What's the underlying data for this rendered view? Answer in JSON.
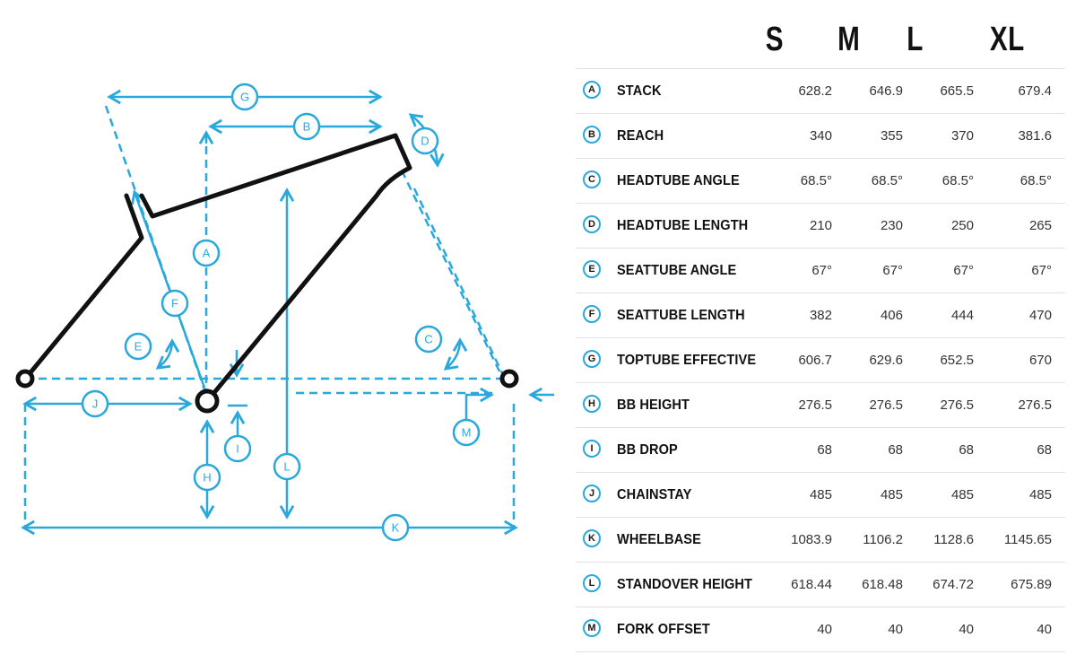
{
  "colors": {
    "accent": "#29a8dc",
    "frame": "#111111",
    "divider": "#e2e2e2"
  },
  "sizes": [
    "S",
    "M",
    "L",
    "XL"
  ],
  "rows": [
    {
      "letter": "A",
      "label": "STACK",
      "values": [
        "628.2",
        "646.9",
        "665.5",
        "679.4"
      ]
    },
    {
      "letter": "B",
      "label": "REACH",
      "values": [
        "340",
        "355",
        "370",
        "381.6"
      ]
    },
    {
      "letter": "C",
      "label": "HEADTUBE ANGLE",
      "values": [
        "68.5°",
        "68.5°",
        "68.5°",
        "68.5°"
      ]
    },
    {
      "letter": "D",
      "label": "HEADTUBE LENGTH",
      "values": [
        "210",
        "230",
        "250",
        "265"
      ]
    },
    {
      "letter": "E",
      "label": "SEATTUBE ANGLE",
      "values": [
        "67°",
        "67°",
        "67°",
        "67°"
      ]
    },
    {
      "letter": "F",
      "label": "SEATTUBE LENGTH",
      "values": [
        "382",
        "406",
        "444",
        "470"
      ]
    },
    {
      "letter": "G",
      "label": "TOPTUBE EFFECTIVE",
      "values": [
        "606.7",
        "629.6",
        "652.5",
        "670"
      ]
    },
    {
      "letter": "H",
      "label": "BB HEIGHT",
      "values": [
        "276.5",
        "276.5",
        "276.5",
        "276.5"
      ]
    },
    {
      "letter": "I",
      "label": "BB DROP",
      "values": [
        "68",
        "68",
        "68",
        "68"
      ]
    },
    {
      "letter": "J",
      "label": "CHAINSTAY",
      "values": [
        "485",
        "485",
        "485",
        "485"
      ]
    },
    {
      "letter": "K",
      "label": "WHEELBASE",
      "values": [
        "1083.9",
        "1106.2",
        "1128.6",
        "1145.65"
      ]
    },
    {
      "letter": "L",
      "label": "STANDOVER HEIGHT",
      "values": [
        "618.44",
        "618.48",
        "674.72",
        "675.89"
      ]
    },
    {
      "letter": "M",
      "label": "FORK OFFSET",
      "values": [
        "40",
        "40",
        "40",
        "40"
      ]
    }
  ]
}
